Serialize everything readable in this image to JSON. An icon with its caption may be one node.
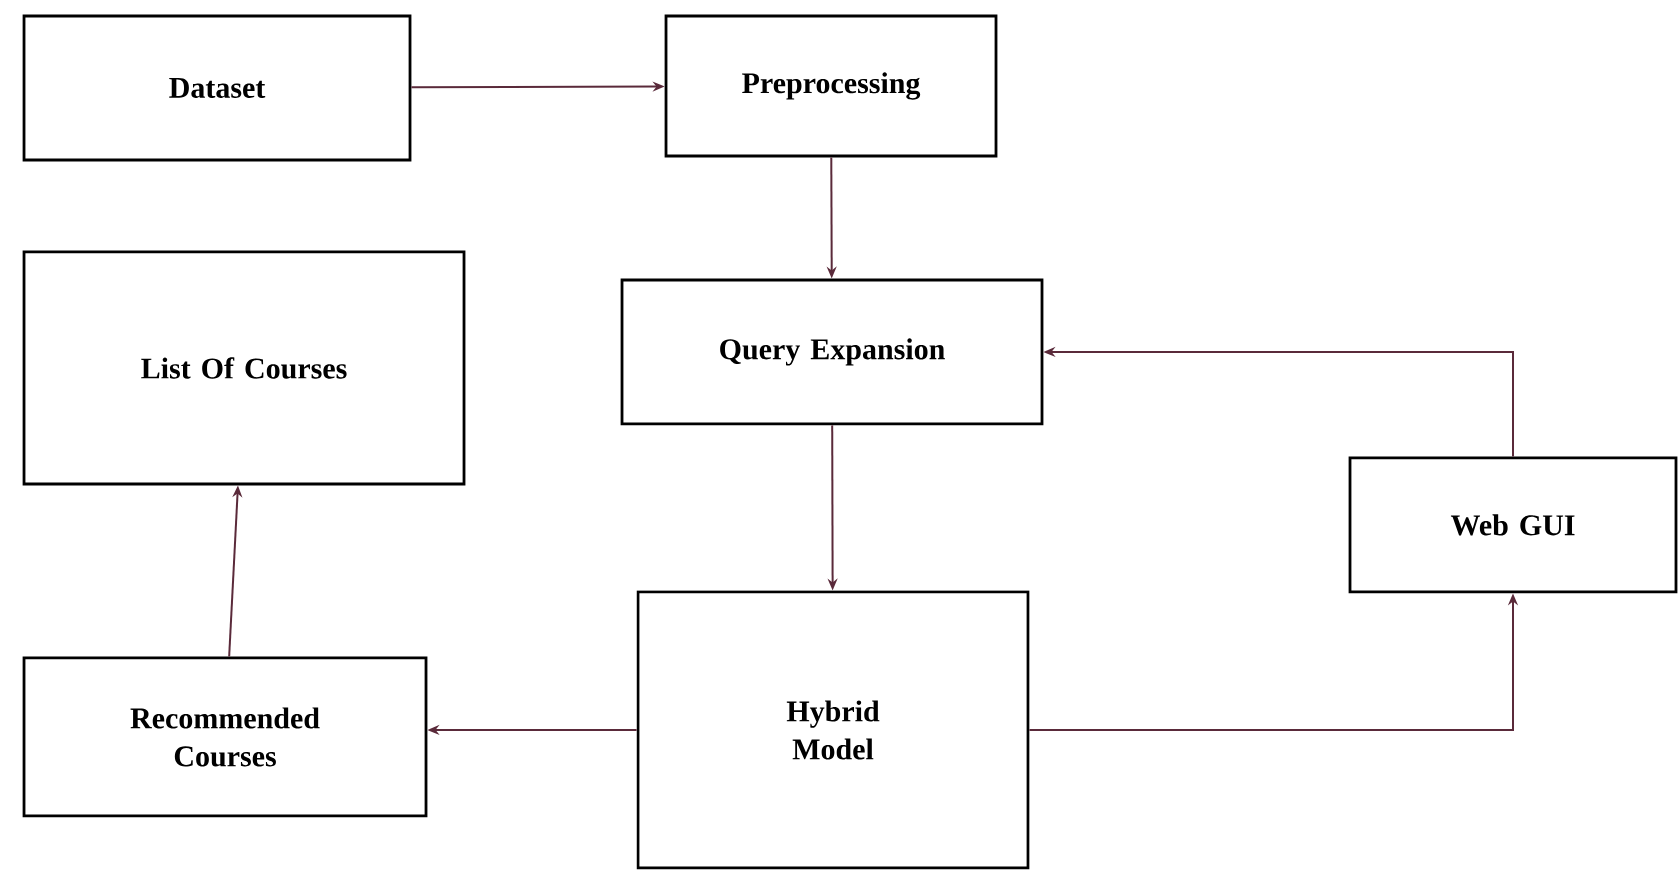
{
  "diagram": {
    "nodes": [
      {
        "text": [
          "Dataset"
        ]
      },
      {
        "text": [
          "Preprocessing"
        ]
      },
      {
        "text": [
          "Query Expansion"
        ]
      },
      {
        "text": [
          "List Of Courses"
        ]
      },
      {
        "text": [
          "Recommended Courses"
        ]
      },
      {
        "text": [
          "Hybrid Model"
        ]
      },
      {
        "text": [
          "Web GUI"
        ]
      }
    ],
    "edges": [
      {
        "from": 0,
        "to": 1,
        "arrow": "to"
      },
      {
        "from": 1,
        "to": 2,
        "arrow": "to"
      },
      {
        "from": 2,
        "to": 5,
        "arrow": "to"
      },
      {
        "from": 5,
        "to": 4,
        "arrow": "to"
      },
      {
        "from": 4,
        "to": 3,
        "arrow": "to"
      },
      {
        "from": 5,
        "to": 6,
        "arrow": "to"
      },
      {
        "from": 6,
        "to": 2,
        "arrow": "to"
      }
    ]
  }
}
